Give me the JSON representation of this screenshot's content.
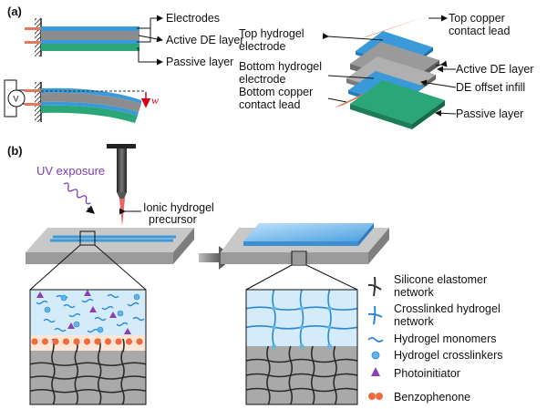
{
  "panels": {
    "a": "(a)",
    "b": "(b)"
  },
  "labels_a_left": {
    "electrodes": "Electrodes",
    "active_de": "Active DE layer",
    "passive": "Passive layer",
    "voltage_symbol": "V",
    "deflection_symbol": "w"
  },
  "labels_a_right": {
    "top_hydrogel_1": "Top hydrogel",
    "top_hydrogel_2": "electrode",
    "bottom_hydrogel_1": "Bottom hydrogel",
    "bottom_hydrogel_2": "electrode",
    "bottom_copper_1": "Bottom copper",
    "bottom_copper_2": "contact lead",
    "top_copper_1": "Top copper",
    "top_copper_2": "contact lead",
    "active_de": "Active DE layer",
    "offset_infill": "DE offset infill",
    "passive": "Passive layer"
  },
  "labels_b": {
    "uv": "UV exposure",
    "precursor_1": "Ionic hydrogel",
    "precursor_2": "precursor"
  },
  "legend": [
    {
      "lines": [
        "Silicone elastomer",
        "network"
      ],
      "icon": "silicone-network-icon"
    },
    {
      "lines": [
        "Crosslinked hydrogel",
        "network"
      ],
      "icon": "hydrogel-network-icon"
    },
    {
      "lines": [
        "Hydrogel monomers"
      ],
      "icon": "monomer-icon"
    },
    {
      "lines": [
        "Hydrogel crosslinkers"
      ],
      "icon": "crosslinker-icon"
    },
    {
      "lines": [
        "Photoinitiator"
      ],
      "icon": "photoinitiator-icon"
    },
    {
      "lines": [
        "Benzophenone"
      ],
      "icon": "benzophenone-icon"
    }
  ],
  "colors": {
    "electrode_blue": "#3a9ad9",
    "de_gray": "#8c8c8c",
    "passive_green": "#2aa678",
    "copper": "#e07a5f",
    "hydrogel_light": "#cfe8f6",
    "elastomer_gray": "#a7a7a7",
    "benzophenone": "#ef6a3c",
    "photoinitiator": "#8a3fb5",
    "uv_purple": "#7a3fb0",
    "deflection_red": "#d6001c"
  }
}
